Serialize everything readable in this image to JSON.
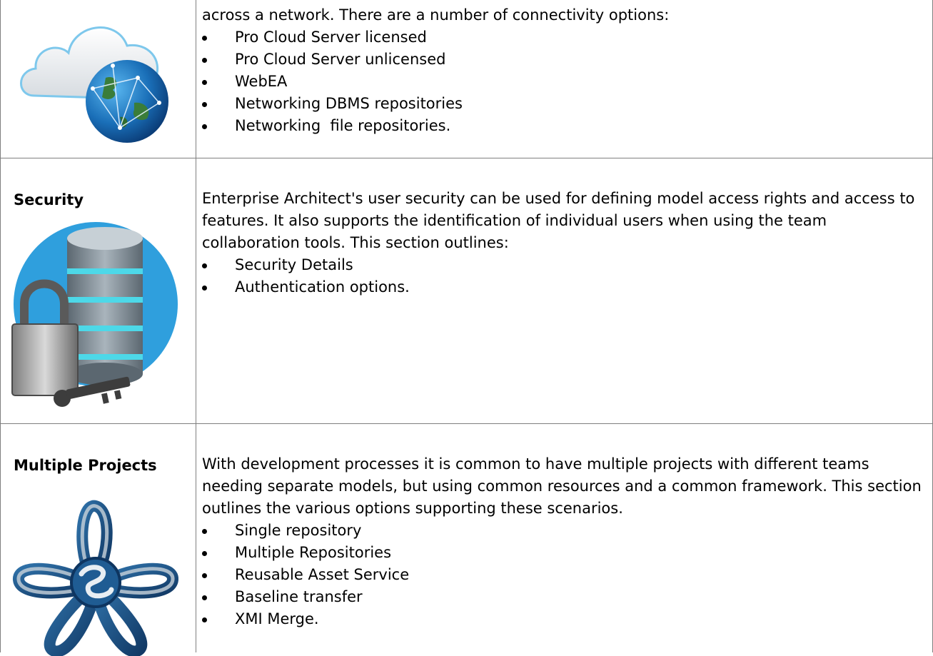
{
  "rows": [
    {
      "title": "",
      "icon": "cloud-globe-icon",
      "text": "across a network. There are a number of connectivity options:",
      "bullets": [
        "Pro Cloud Server licensed",
        "Pro Cloud Server unlicensed",
        "WebEA",
        "Networking DBMS repositories",
        "Networking  file repositories."
      ]
    },
    {
      "title": "Security",
      "icon": "database-lock-icon",
      "text": "Enterprise Architect's user security can be used for defining model access rights and access to features. It also supports the identification of individual users when using the team collaboration tools. This section outlines:",
      "bullets": [
        "Security Details",
        "Authentication options."
      ]
    },
    {
      "title": "Multiple Projects",
      "icon": "multiple-projects-icon",
      "text": "With development processes it is common to have multiple projects with different teams needing separate models, but using common resources and a common framework. This section outlines the various options supporting these scenarios.",
      "bullets": [
        "Single repository",
        "Multiple Repositories",
        "Reusable Asset Service",
        "Baseline transfer",
        "XMI Merge."
      ]
    }
  ]
}
